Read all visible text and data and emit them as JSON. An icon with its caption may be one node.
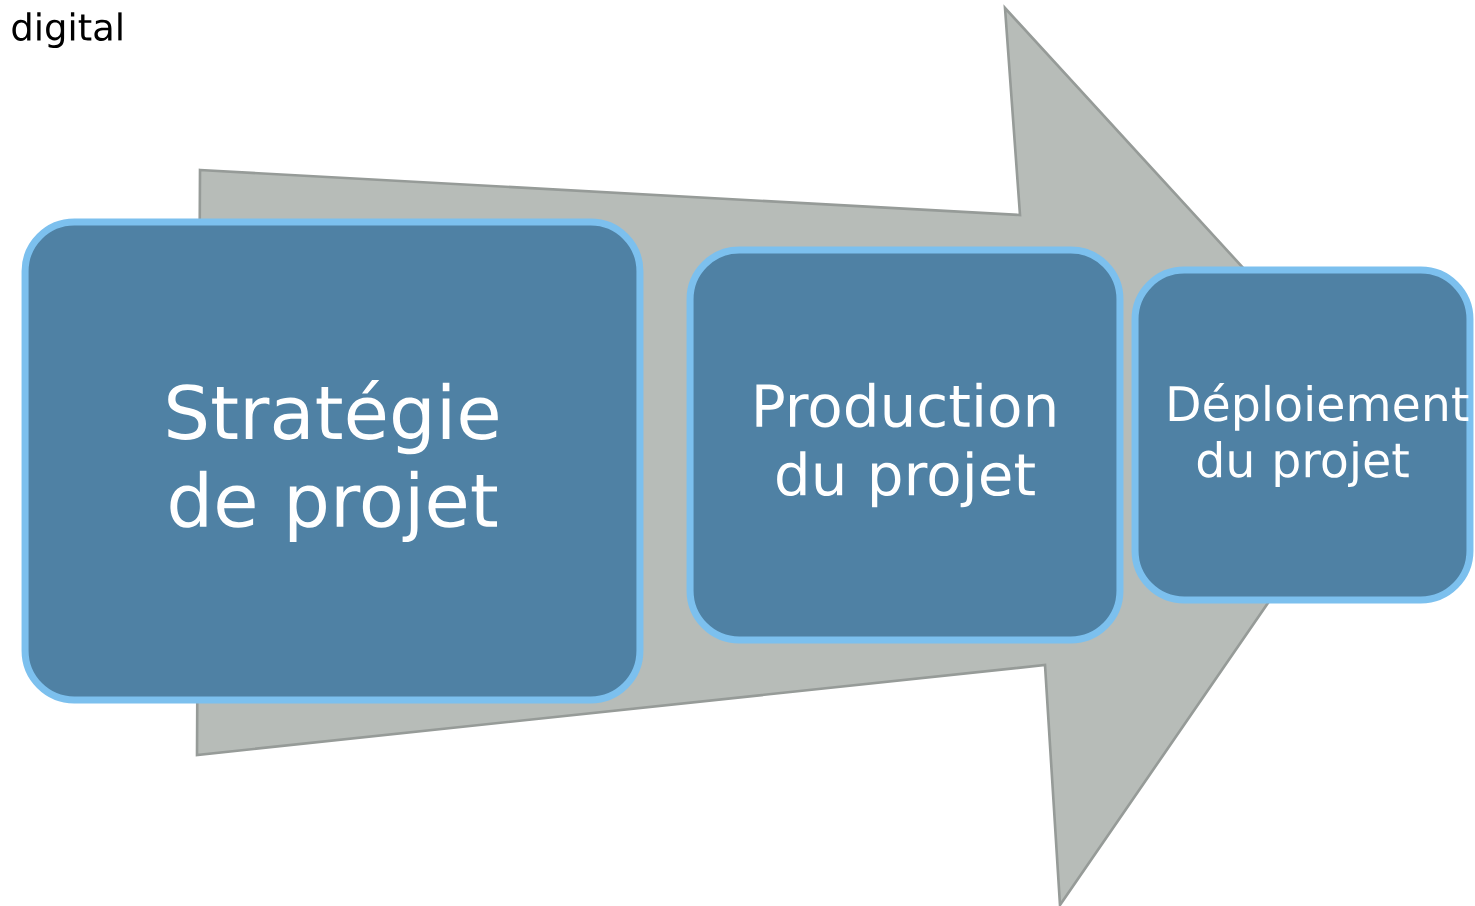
{
  "diagram": {
    "nodes": [
      {
        "text": [
          "Stratégie de projet"
        ]
      },
      {
        "text": [
          "Production du projet"
        ]
      },
      {
        "text": [
          "Déploiement du projet"
        ]
      }
    ],
    "labels": [
      "digital"
    ]
  }
}
